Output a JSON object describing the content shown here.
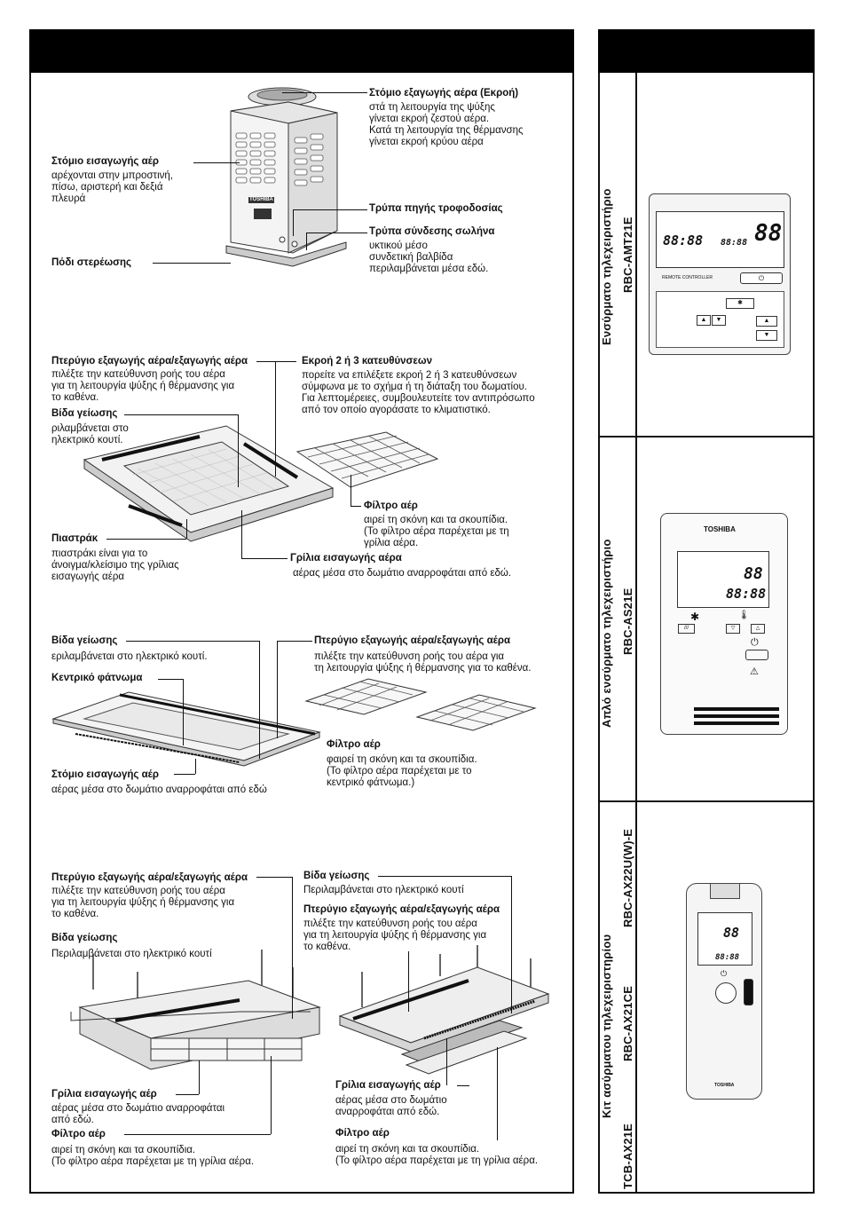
{
  "outdoor": {
    "outlet_title": "Στόμιο εξαγωγής αέρα (Εκροή)",
    "outlet_desc": "στά τη λειτουργία της ψύξης\nγίνεται εκροή ζεστού αέρα.\nΚατά τη λειτουργία της θέρμανσης\nγίνεται εκροή κρύου αέρα",
    "inlet_title": "Στόμιο εισαγωγής αέρ",
    "inlet_desc": "αρέχονται στην μπροστινή,\nπίσω, αριστερή και δεξιά\nπλευρά",
    "power_title": "Τρύπα πηγής τροφοδοσίας",
    "pipe_title": "Τρύπα σύνδεσης σωλήνα",
    "pipe_desc": "υκτικού μέσο\n συνδετική βαλβίδα\nπεριλαμβάνεται μέσα εδώ.",
    "foot_title": "Πόδι στερέωσης",
    "brand": "TOSHIBA"
  },
  "cassette4": {
    "flap_title": "Πτερύγιο εξαγωγής αέρα/εξαγωγής αέρα",
    "flap_desc": "πιλέξτε την κατεύθυνση ροής του αέρα\nγια τη λειτουργία ψύξης ή θέρμανσης για\nτο καθένα.",
    "earth_title": "Βίδα γείωσης",
    "earth_desc": "ριλαμβάνεται στο\nηλεκτρικό κουτί.",
    "way_title": "Εκροή 2 ή 3 κατευθύνσεων",
    "way_desc": "πορείτε να επιλέξετε εκροή 2 ή 3 κατευθύνσεων\nσύμφωνα με το σχήμα ή τη διάταξη του δωματίου.\nΓια λεπτομέρειες, συμβουλευτείτε τον αντιπρόσωπο\nαπό τον οποίο αγοράσατε το κλιματιστικό.",
    "filter_title": "Φίλτρο αέρ",
    "filter_desc": "αιρεί τη σκόνη και τα σκουπίδια.\n(Το φίλτρο αέρα παρέχεται με τη\nγρίλια αέρα.",
    "latch_title": "Πιαστράκ",
    "latch_desc": " πιαστράκι είναι για το\nάνοιγμα/κλείσιμο της γρίλιας\nεισαγωγής αέρα",
    "grille_title": "Γρίλια εισαγωγής αέρα",
    "grille_desc": "αέρας μέσα στο δωμάτιο αναρροφάται από εδώ."
  },
  "ceiling": {
    "earth_title": "Βίδα γείωσης",
    "earth_desc": "εριλαμβάνεται στο ηλεκτρικό κουτί.",
    "flap_title": "Πτερύγιο εξαγωγής αέρα/εξαγωγής αέρα",
    "flap_desc": "πιλέξτε την κατεύθυνση ροής του αέρα για\nτη λειτουργία ψύξης ή θέρμανσης για το καθένα.",
    "panel_title": "Κεντρικό φάτνωμα",
    "filter_title": "Φίλτρο αέρ",
    "filter_desc": "φαιρεί τη σκόνη και τα σκουπίδια.\n(Το φίλτρο αέρα παρέχεται με το\nκεντρικό φάτνωμα.)",
    "inlet_title": "Στόμιο εισαγωγής αέρ",
    "inlet_desc": "αέρας μέσα στο δωμάτιο αναρροφάται από εδώ"
  },
  "bottom_left": {
    "flap_title": "Πτερύγιο εξαγωγής αέρα/εξαγωγής αέρα",
    "flap_desc": "πιλέξτε την κατεύθυνση ροής του αέρα\nγια τη λειτουργία ψύξης ή θέρμανσης για\nτο καθένα.",
    "earth_title": "Βίδα γείωσης",
    "earth_desc": "Περιλαμβάνεται στο ηλεκτρικό κουτί",
    "grille_title": "Γρίλια εισαγωγής αέρ",
    "grille_desc": "αέρας μέσα στο δωμάτιο αναρροφάται\nαπό εδώ.",
    "filter_title": "Φίλτρο αέρ",
    "filter_desc": "αιρεί τη σκόνη και τα σκουπίδια.\n(Το φίλτρο αέρα παρέχεται με τη γρίλια αέρα."
  },
  "bottom_right": {
    "earth_title": "Βίδα γείωσης",
    "earth_desc": "Περιλαμβάνεται στο ηλεκτρικό κουτί",
    "flap_title": "Πτερύγιο εξαγωγής αέρα/εξαγωγής αέρα",
    "flap_desc": "πιλέξτε την κατεύθυνση ροής του αέρα\nγια τη λειτουργία ψύξης ή θέρμανσης για\nτο καθένα.",
    "grille_title": "Γρίλια εισαγωγής αέρ",
    "grille_desc": "αέρας μέσα στο δωμάτιο\nαναρροφάται από εδώ.",
    "filter_title": "Φίλτρο αέρ",
    "filter_desc": "αιρεί τη σκόνη και τα σκουπίδια.\n(Το φίλτρο αέρα παρέχεται με τη γρίλια αέρα."
  },
  "remotes": {
    "r1_category": "Ενσύρματο τηλεχειριστήριο",
    "r1_model": "RBC-AMT21E",
    "r1_label": "REMOTE CONTROLLER",
    "r2_category": "Απλό ενσύρματο τηλεχειριστήριο",
    "r2_model": "RBC-AS21E",
    "r2_brand": "TOSHIBA",
    "r3_category": "Κιτ ασύρματου τηλεχειριστηρίου",
    "r3_model_a": "TCB-AX21E",
    "r3_model_b": "RBC-AX21CE",
    "r3_model_c": "RBC-AX22U(W)-E",
    "r3_brand": "TOSHIBA",
    "lcd_digits": "88",
    "lcd_time": "88:88"
  }
}
